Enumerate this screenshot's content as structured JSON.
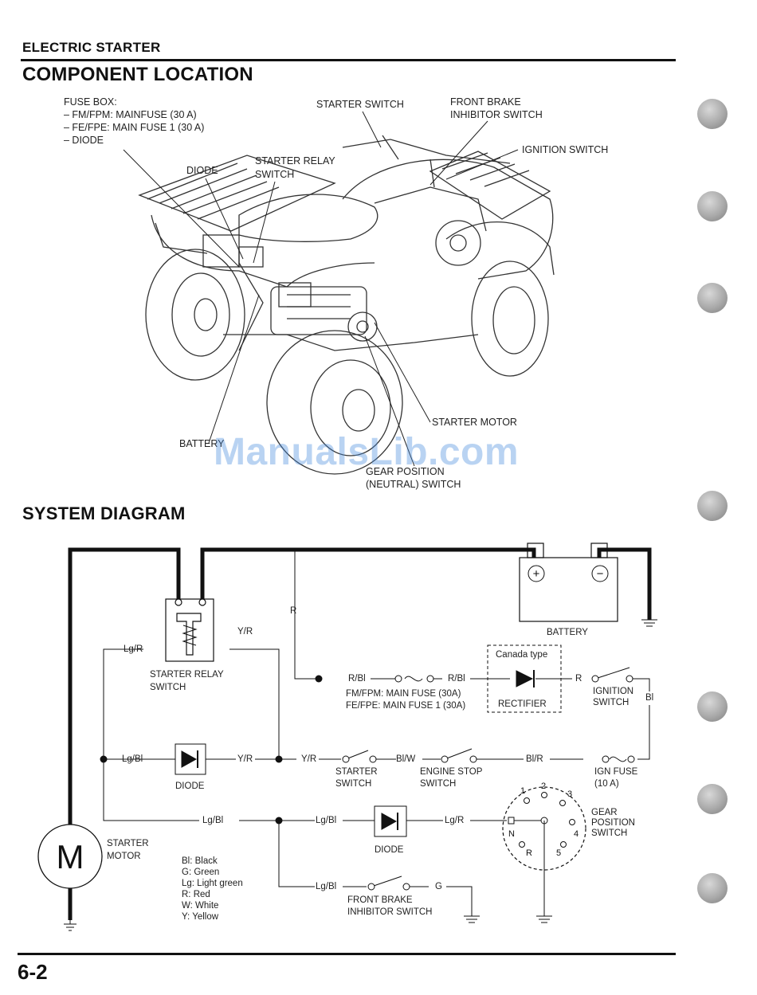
{
  "header": {
    "section": "ELECTRIC STARTER",
    "title": "COMPONENT LOCATION"
  },
  "component_location": {
    "fuse_box_lines": [
      "FUSE BOX:",
      "– FM/FPM: MAINFUSE (30 A)",
      "– FE/FPE: MAIN FUSE 1 (30 A)",
      "– DIODE"
    ],
    "diode": "DIODE",
    "starter_relay_switch": [
      "STARTER RELAY",
      "SWITCH"
    ],
    "starter_switch": "STARTER SWITCH",
    "front_brake_inhibitor": [
      "FRONT BRAKE",
      "INHIBITOR SWITCH"
    ],
    "ignition_switch": "IGNITION SWITCH",
    "starter_motor": "STARTER MOTOR",
    "battery": "BATTERY",
    "gear_position": [
      "GEAR POSITION",
      "(NEUTRAL) SWITCH"
    ]
  },
  "system_diagram": {
    "title": "SYSTEM DIAGRAM",
    "battery": "BATTERY",
    "starter_relay": [
      "STARTER RELAY",
      "SWITCH"
    ],
    "diode1": "DIODE",
    "diode2": "DIODE",
    "starter_motor": [
      "STARTER",
      "MOTOR"
    ],
    "motor_symbol": "M",
    "canada_type": "Canada type",
    "rectifier": "RECTIFIER",
    "main_fuse": [
      "FM/FPM: MAIN FUSE (30A)",
      "FE/FPE:  MAIN FUSE 1 (30A)"
    ],
    "ignition_switch": [
      "IGNITION",
      "SWITCH"
    ],
    "starter_switch": [
      "STARTER",
      "SWITCH"
    ],
    "engine_stop_switch": [
      "ENGINE STOP",
      "SWITCH"
    ],
    "ign_fuse": [
      "IGN FUSE",
      "(10 A)"
    ],
    "gear_position_switch": [
      "GEAR",
      "POSITION",
      "SWITCH"
    ],
    "front_brake_switch": [
      "FRONT BRAKE",
      "INHIBITOR SWITCH"
    ],
    "gear_positions": [
      "1",
      "2",
      "3",
      "4",
      "5",
      "R",
      "N"
    ],
    "battery_terminals": [
      "+",
      "−"
    ],
    "wires": {
      "r": "R",
      "yr": "Y/R",
      "lgr": "Lg/R",
      "lgbl": "Lg/Bl",
      "rbl": "R/Bl",
      "blw": "Bl/W",
      "blr": "Bl/R",
      "bl": "Bl",
      "g": "G"
    },
    "color_legend": [
      "Bl: Black",
      "G:  Green",
      "Lg: Light green",
      "R:  Red",
      "W:  White",
      "Y:  Yellow"
    ]
  },
  "watermark": "ManualsLib.com",
  "page_number": "6-2"
}
